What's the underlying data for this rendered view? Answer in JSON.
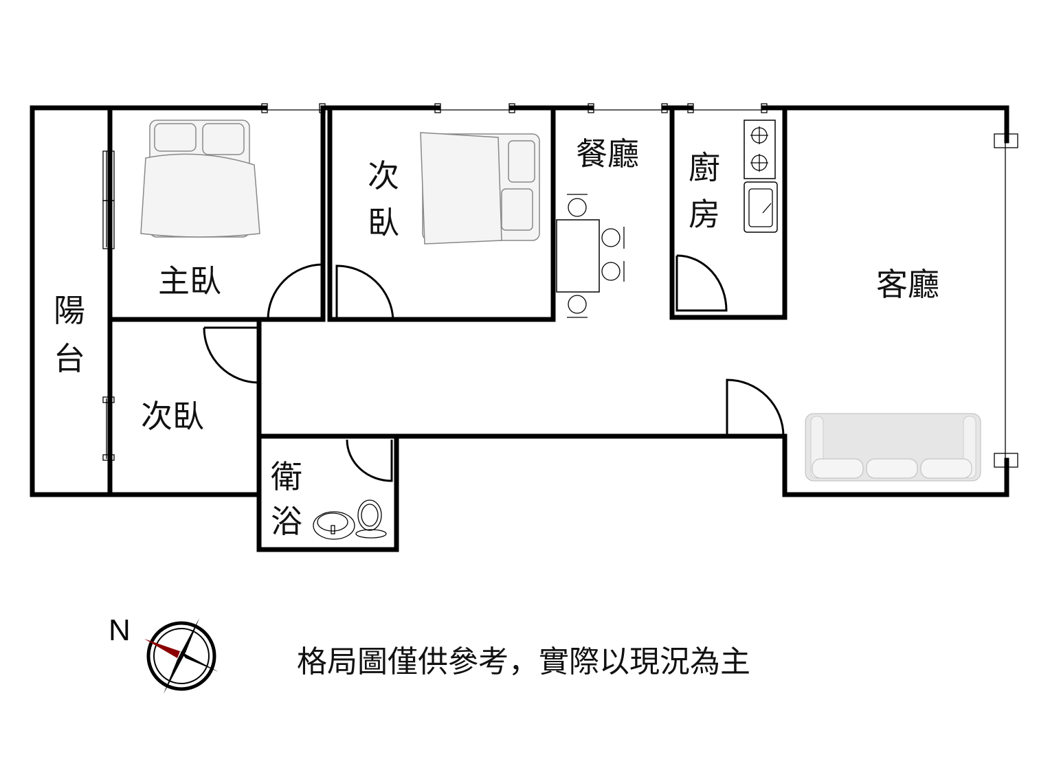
{
  "rooms": {
    "master_bedroom": "主臥",
    "second_bedroom_top": [
      "次",
      "臥"
    ],
    "dining": "餐廳",
    "kitchen": [
      "廚",
      "房"
    ],
    "living": "客廳",
    "balcony": [
      "陽",
      "台"
    ],
    "second_bedroom_bottom": "次臥",
    "bathroom": [
      "衛",
      "浴"
    ]
  },
  "compass": {
    "north_label": "N",
    "needle_color": "#8b0000"
  },
  "disclaimer": "格局圖僅供參考，實際以現況為主"
}
